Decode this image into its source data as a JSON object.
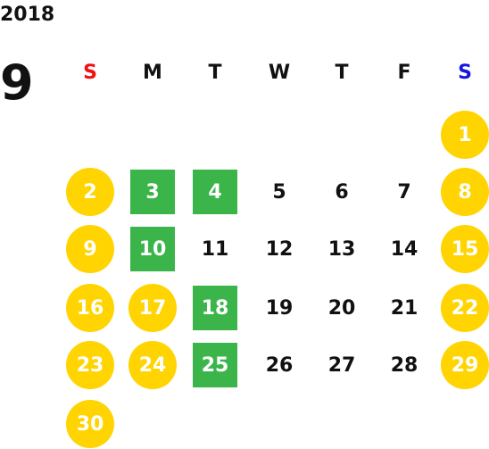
{
  "year": "2018",
  "month": "9",
  "weekdays": [
    "S",
    "M",
    "T",
    "W",
    "T",
    "F",
    "S"
  ],
  "colors": {
    "holiday_circle": "#ffd400",
    "highlight_square": "#3bb54a",
    "sunday_header": "#ee1111",
    "saturday_header": "#1515dd"
  },
  "weeks": [
    [
      {
        "day": ""
      },
      {
        "day": ""
      },
      {
        "day": ""
      },
      {
        "day": ""
      },
      {
        "day": ""
      },
      {
        "day": ""
      },
      {
        "day": "1",
        "style": "circle"
      }
    ],
    [
      {
        "day": "2",
        "style": "circle"
      },
      {
        "day": "3",
        "style": "square"
      },
      {
        "day": "4",
        "style": "square"
      },
      {
        "day": "5"
      },
      {
        "day": "6"
      },
      {
        "day": "7"
      },
      {
        "day": "8",
        "style": "circle"
      }
    ],
    [
      {
        "day": "9",
        "style": "circle"
      },
      {
        "day": "10",
        "style": "square"
      },
      {
        "day": "11"
      },
      {
        "day": "12"
      },
      {
        "day": "13"
      },
      {
        "day": "14"
      },
      {
        "day": "15",
        "style": "circle"
      }
    ],
    [
      {
        "day": "16",
        "style": "circle"
      },
      {
        "day": "17",
        "style": "circle"
      },
      {
        "day": "18",
        "style": "square"
      },
      {
        "day": "19"
      },
      {
        "day": "20"
      },
      {
        "day": "21"
      },
      {
        "day": "22",
        "style": "circle"
      }
    ],
    [
      {
        "day": "23",
        "style": "circle"
      },
      {
        "day": "24",
        "style": "circle"
      },
      {
        "day": "25",
        "style": "square"
      },
      {
        "day": "26"
      },
      {
        "day": "27"
      },
      {
        "day": "28"
      },
      {
        "day": "29",
        "style": "circle"
      }
    ],
    [
      {
        "day": "30",
        "style": "circle"
      },
      {
        "day": ""
      },
      {
        "day": ""
      },
      {
        "day": ""
      },
      {
        "day": ""
      },
      {
        "day": ""
      },
      {
        "day": ""
      }
    ]
  ]
}
